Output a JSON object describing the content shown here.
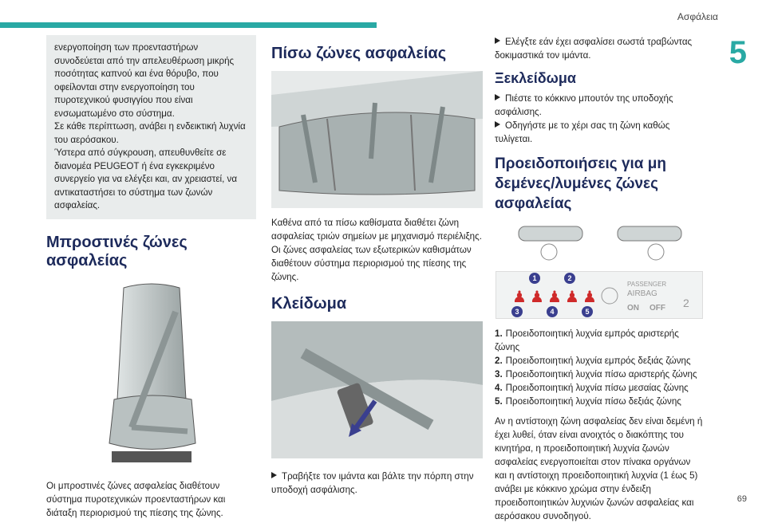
{
  "header": {
    "section": "Ασφάλεια",
    "chapter": "5",
    "page": "69"
  },
  "note": [
    "ενεργοποίηση των προενταστήρων συνοδεύεται από την απελευθέρωση μικρής ποσότητας καπνού και ένα θόρυβο, που οφείλονται στην ενεργοποίηση του πυροτεχνικού φυσιγγίου που είναι ενσωματωμένο στο σύστημα.",
    "Σε κάθε περίπτωση, ανάβει η ενδεικτική λυχνία του αερόσακου.",
    "Ύστερα από σύγκρουση, απευθυνθείτε σε διανομέα PEUGEOT ή ένα εγκεκριμένο συνεργείο για να ελέγξει και, αν χρειαστεί, να αντικαταστήσει το σύστημα των ζωνών ασφαλείας."
  ],
  "front": {
    "title": "Μπροστινές ζώνες ασφαλείας",
    "text": "Οι μπροστινές ζώνες ασφαλείας διαθέτουν σύστημα πυροτεχνικών προενταστήρων και διάταξη περιορισμού της πίεσης της ζώνης."
  },
  "rear": {
    "title": "Πίσω ζώνες ασφαλείας",
    "text": "Καθένα από τα πίσω καθίσματα διαθέτει ζώνη ασφαλείας τριών σημείων με μηχανισμό περιέλιξης. Οι ζώνες ασφαλείας των εξωτερικών καθισμάτων διαθέτουν σύστημα περιορισμού της πίεσης της ζώνης."
  },
  "lock": {
    "title": "Κλείδωμα",
    "bullet1": "Τραβήξτε τον ιμάντα και βάλτε την πόρπη στην υποδοχή ασφάλισης."
  },
  "col3": {
    "bullet_check": "Ελέγξτε εάν έχει ασφαλίσει σωστά τραβώντας δοκιμαστικά τον ιμάντα.",
    "unlock_title": "Ξεκλείδωμα",
    "unlock_b1": "Πιέστε το κόκκινο μπουτόν της υποδοχής ασφάλισης.",
    "unlock_b2": "Οδηγήστε με το χέρι σας τη ζώνη καθώς τυλίγεται.",
    "warn_title_1": "Προειδοποιήσεις για μη",
    "warn_title_2": "δεμένες/λυμένες ζώνες",
    "warn_title_3": "ασφαλείας",
    "panel": {
      "passenger": "PASSENGER",
      "airbag": "AIRBAG",
      "on": "ON",
      "off": "OFF",
      "seat_num": "2",
      "callouts": [
        "1",
        "2",
        "3",
        "4",
        "5"
      ]
    },
    "list": [
      {
        "n": "1.",
        "t": "Προειδοποιητική λυχνία εμπρός αριστερής ζώνης"
      },
      {
        "n": "2.",
        "t": "Προειδοποιητική λυχνία εμπρός δεξιάς ζώνης"
      },
      {
        "n": "3.",
        "t": "Προειδοποιητική λυχνία πίσω αριστερής ζώνης"
      },
      {
        "n": "4.",
        "t": "Προειδοποιητική λυχνία πίσω μεσαίας ζώνης"
      },
      {
        "n": "5.",
        "t": "Προειδοποιητική λυχνία πίσω δεξιάς ζώνης"
      }
    ],
    "final": "Αν η αντίστοιχη ζώνη ασφαλείας δεν είναι δεμένη ή έχει λυθεί, όταν είναι ανοιχτός ο διακόπτης του κινητήρα, η προειδοποιητική λυχνία ζωνών ασφαλείας ενεργοποιείται στον πίνακα οργάνων και η αντίστοιχη προειδοποιητική λυχνία (1 έως 5) ανάβει με κόκκινο χρώμα στην ένδειξη προειδοποιητικών λυχνιών ζωνών ασφαλείας και αερόσακου συνοδηγού."
  },
  "colors": {
    "accent": "#29a9a4",
    "heading": "#1d2a5b",
    "warning_red": "#cf2a2a",
    "callout": "#3a3f8f"
  }
}
